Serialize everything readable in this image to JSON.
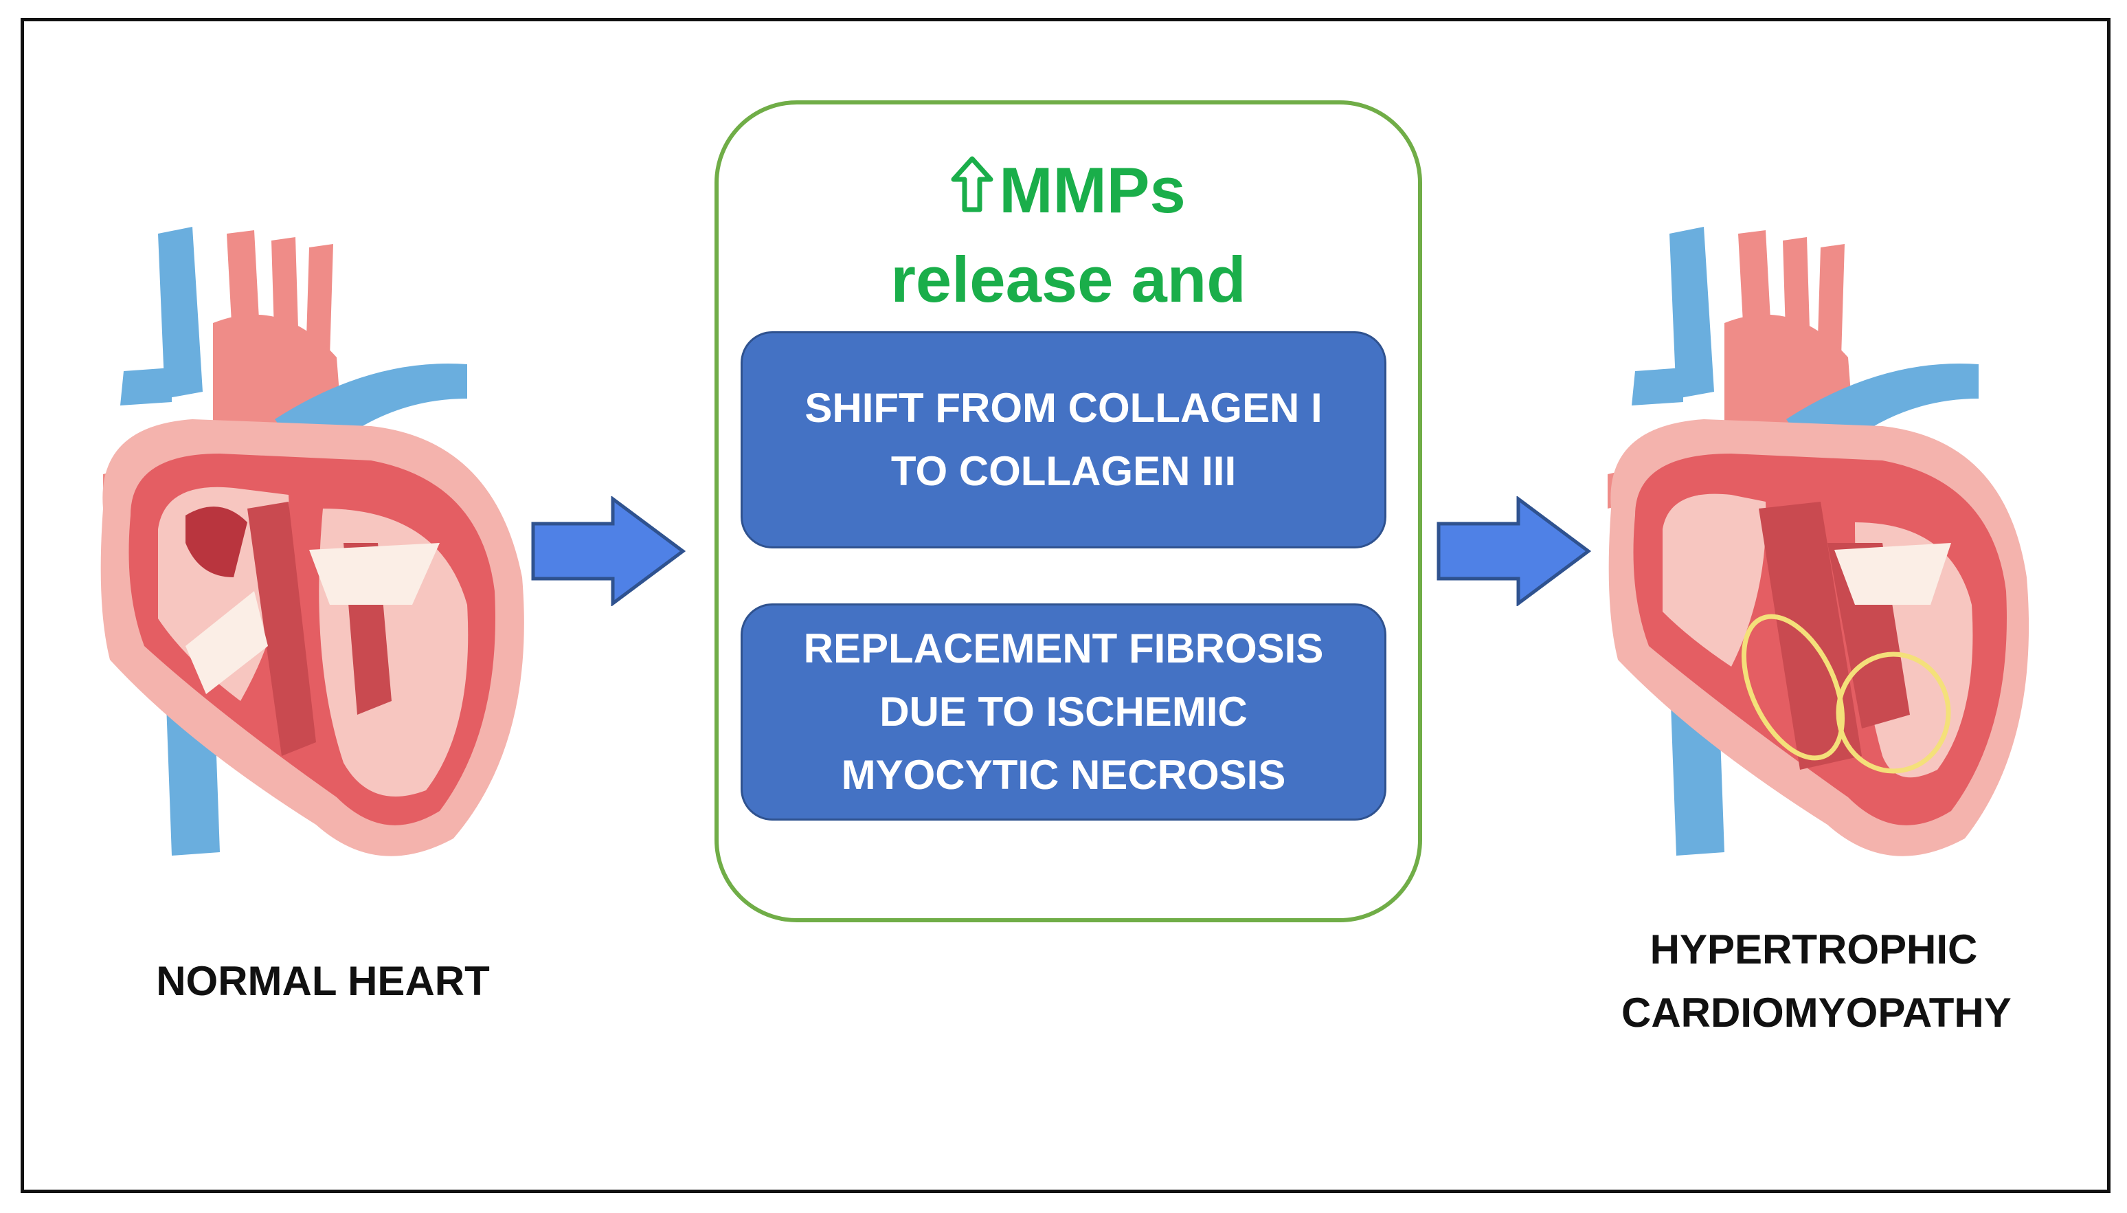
{
  "left_label": "NORMAL HEART",
  "right_label": "HYPERTROPHIC CARDIOMYOPATHY",
  "center": {
    "title": "MMPs release and activity",
    "boxes": [
      "SHIFT FROM COLLAGEN I TO COLLAGEN III",
      "REPLACEMENT FIBROSIS DUE TO ISCHEMIC MYOCYTIC NECROSIS"
    ]
  },
  "colors": {
    "accent_green": "#1aae4a",
    "box_border_green": "#70ad47",
    "box_blue": "#4472c4",
    "arrow_blue": "#4f81e6",
    "highlight_yellow": "#f4e07a"
  },
  "icons": [
    "up-arrow-icon",
    "right-arrow-icon",
    "heart-illustration"
  ]
}
